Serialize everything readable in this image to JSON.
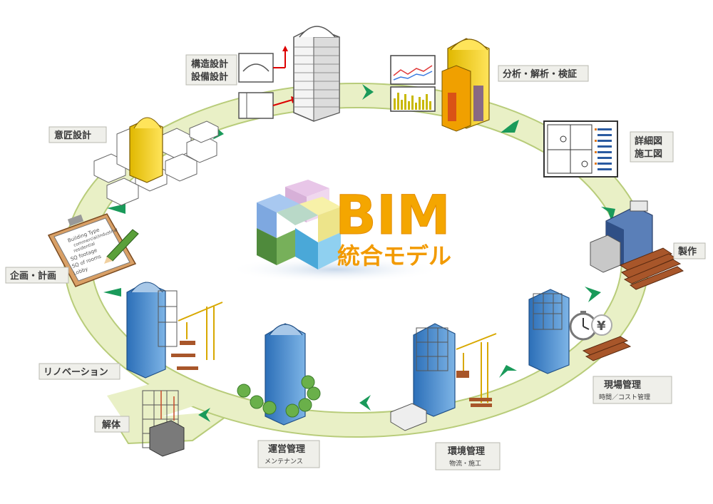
{
  "center": {
    "title": "BIM",
    "subtitle": "統合モデル"
  },
  "stages": {
    "structure": {
      "line1": "構造設計",
      "line2": "設備設計"
    },
    "analysis": "分析・解析・検証",
    "detail": {
      "line1": "詳細図",
      "line2": "施工図"
    },
    "fabrication": "製作",
    "site": {
      "main": "現場管理",
      "sub": "時間／コスト管理"
    },
    "environment": {
      "main": "環境管理",
      "sub": "物流・施工"
    },
    "operation": {
      "main": "運営管理",
      "sub": "メンテナンス"
    },
    "demolition": "解体",
    "renovation": "リノベーション",
    "planning": "企画・計画",
    "design": "意匠設計"
  },
  "clipboard": {
    "rows": [
      "Building Type",
      "commercial/industrial",
      "residential",
      "SQ footage",
      "SQ of rooms",
      "Lobby"
    ]
  },
  "currency_symbol": "¥",
  "colors": {
    "ring": "#e9f0c6",
    "ring_edge": "#b8cc7a",
    "arrow": "#1a9a5a",
    "bim_orange": "#f29a00",
    "building_blue": "#4a8fd0",
    "building_yellow": "#f3d11a",
    "crane_yellow": "#f2c21a"
  },
  "icons": [
    "clipboard-icon",
    "pencil-icon",
    "crane-icon",
    "clock-icon",
    "yen-icon",
    "tree-icon",
    "cube-logo-icon"
  ]
}
